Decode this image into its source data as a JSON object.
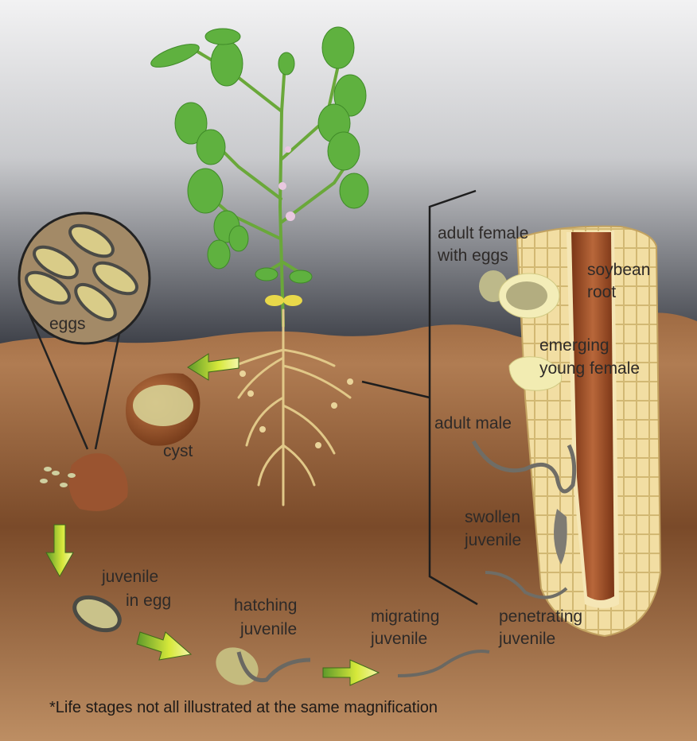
{
  "labels": {
    "adult_female_1": "adult female",
    "adult_female_2": "with eggs",
    "soybean_1": "soybean",
    "soybean_2": "root",
    "emerging_1": "emerging",
    "emerging_2": "young female",
    "adult_male": "adult male",
    "swollen_1": "swollen",
    "swollen_2": "juvenile",
    "penetrating_1": "penetrating",
    "penetrating_2": "juvenile",
    "migrating_1": "migrating",
    "migrating_2": "juvenile",
    "hatching_1": "hatching",
    "hatching_2": "juvenile",
    "juv_egg_1": "juvenile",
    "juv_egg_2": "in egg",
    "eggs": "eggs",
    "cyst": "cyst"
  },
  "footnote": "*Life stages not all illustrated at the same magnification",
  "colors": {
    "sky_top": "#ececee",
    "sky_bottom": "#3b3e46",
    "soil_top": "#a4714a",
    "soil_mid": "#7b4c2b",
    "soil_bottom": "#b88a5f",
    "root_tissue": "#f1dc9f",
    "vascular": "#9c4a26",
    "leaf": "#5fae3c",
    "arrow": "#b9d62a"
  }
}
